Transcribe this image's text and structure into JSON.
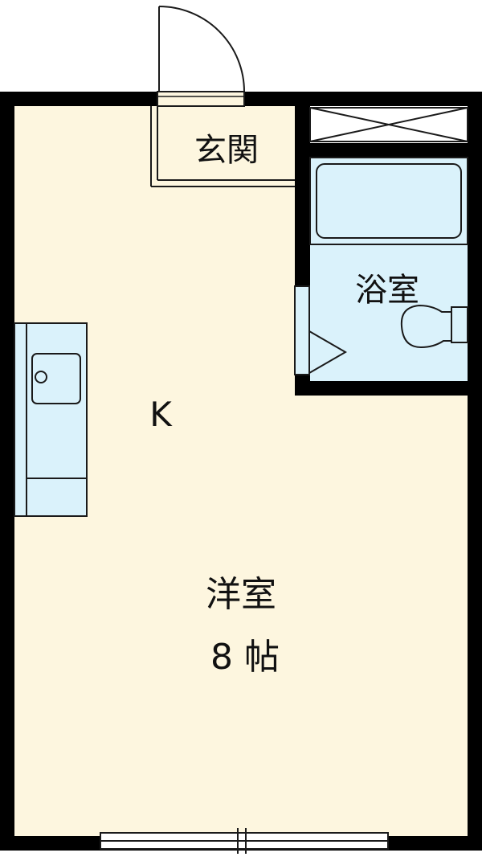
{
  "colors": {
    "wall": "#000000",
    "floor_main": "#fdf6df",
    "floor_wet": "#daf2fb",
    "line": "#1a1a1a",
    "background": "#ffffff"
  },
  "rooms": {
    "entrance": {
      "label": "玄関"
    },
    "bathroom": {
      "label": "浴室"
    },
    "kitchen": {
      "label": "K"
    },
    "western_room": {
      "label": "洋室",
      "size": "8 帖"
    }
  },
  "fixtures": {
    "kitchen_counter": "kitchen-sink-icon",
    "bathtub": "bathtub-icon",
    "toilet": "toilet-icon",
    "storage": "storage-cross-icon",
    "door": "door-swing-icon",
    "window": "window-icon"
  }
}
